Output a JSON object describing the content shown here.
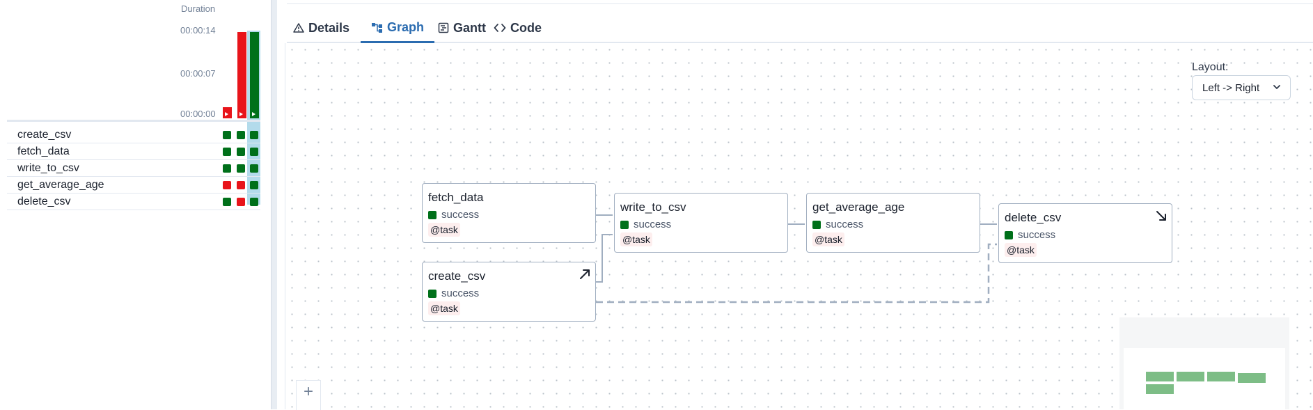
{
  "grid": {
    "duration_title": "Duration",
    "ticks": [
      "00:00:14",
      "00:00:07",
      "00:00:00"
    ],
    "runs": [
      {
        "state": "failed",
        "color": "#e8141a"
      },
      {
        "state": "failed",
        "color": "#e8141a"
      },
      {
        "state": "success",
        "color": "#00701a"
      }
    ],
    "tasks": [
      {
        "name": "create_csv",
        "states": [
          "success",
          "success",
          "success"
        ]
      },
      {
        "name": "fetch_data",
        "states": [
          "success",
          "success",
          "success"
        ]
      },
      {
        "name": "write_to_csv",
        "states": [
          "success",
          "success",
          "success"
        ]
      },
      {
        "name": "get_average_age",
        "states": [
          "failed",
          "failed",
          "success"
        ]
      },
      {
        "name": "delete_csv",
        "states": [
          "success",
          "failed",
          "success"
        ]
      }
    ]
  },
  "tabs": [
    {
      "label": "Details",
      "icon": "warning-icon"
    },
    {
      "label": "Graph",
      "icon": "graph-icon"
    },
    {
      "label": "Gantt",
      "icon": "gantt-icon"
    },
    {
      "label": "Code",
      "icon": "code-icon"
    }
  ],
  "graph": {
    "layout_label": "Layout:",
    "layout_value": "Left -> Right",
    "nodes": [
      {
        "name": "fetch_data",
        "status": "success",
        "tag": "@task"
      },
      {
        "name": "write_to_csv",
        "status": "success",
        "tag": "@task"
      },
      {
        "name": "get_average_age",
        "status": "success",
        "tag": "@task"
      },
      {
        "name": "delete_csv",
        "status": "success",
        "tag": "@task"
      },
      {
        "name": "create_csv",
        "status": "success",
        "tag": "@task"
      }
    ],
    "zoom_in_label": "+"
  },
  "colors": {
    "success": "#00701a",
    "failed": "#e8141a",
    "accent": "#2b6cb0"
  }
}
